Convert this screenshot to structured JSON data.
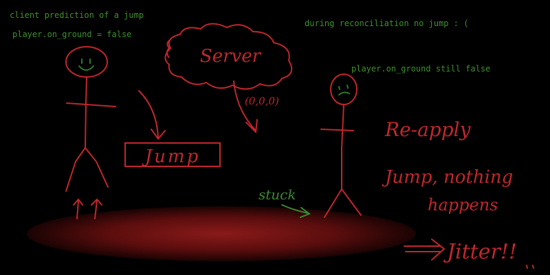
{
  "notes": {
    "client_title": "client prediction of a jump",
    "client_state": "player.on_ground = false",
    "reconcile_title": "during reconciliation no jump : (",
    "server_state": "player.on_ground still false"
  },
  "labels": {
    "server": "Server",
    "vector": "(0,0,0)",
    "jump": "Jump",
    "stuck": "stuck",
    "reapply": "Re-apply",
    "jump_nothing": "Jump, nothing",
    "happens": "happens",
    "jitter": "Jitter!!"
  },
  "colors": {
    "background": "#000000",
    "note_green": "#3f8f2f",
    "ink_red": "#c0272d",
    "ink_green": "#2f7a2b",
    "stuck_green": "#3a8a30",
    "floor_glow": "#7a1414"
  }
}
